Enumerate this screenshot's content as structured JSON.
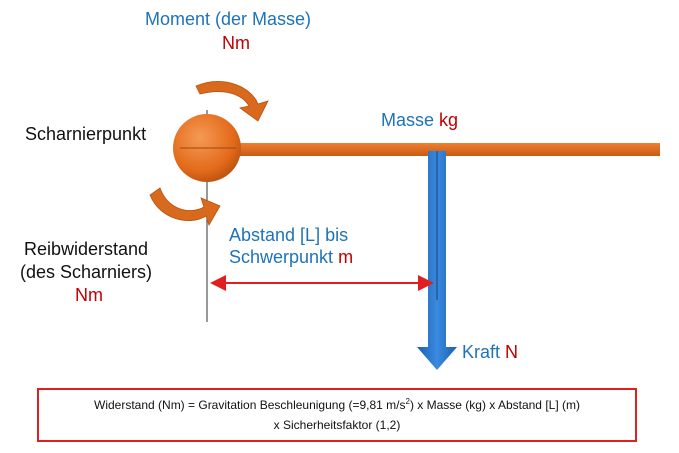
{
  "labels": {
    "moment_title": "Moment (der Masse)",
    "moment_unit": "Nm",
    "pivot": "Scharnierpunkt",
    "mass_word": "Masse",
    "mass_unit": "kg",
    "distance_line1": "Abstand [L] bis",
    "distance_line2_word": "Schwerpunkt",
    "distance_unit": "m",
    "friction_line1": "Reibwiderstand",
    "friction_line2": "(des Scharniers)",
    "friction_unit": "Nm",
    "force_word": "Kraft",
    "force_unit": "N"
  },
  "formula": {
    "part1": "Widerstand (Nm) = Gravitation Beschleunigung (=9,81 m/s",
    "sup": "2",
    "part2": ") x Masse (kg) x Abstand [L] (m)",
    "line2": "x Sicherheitsfaktor (1,2)"
  },
  "colors": {
    "orange": "#e36a1a",
    "blue_arrow": "#1f73c8",
    "red_arrow": "#e02020",
    "label_blue": "#1f73b7",
    "label_red": "#c00000"
  }
}
